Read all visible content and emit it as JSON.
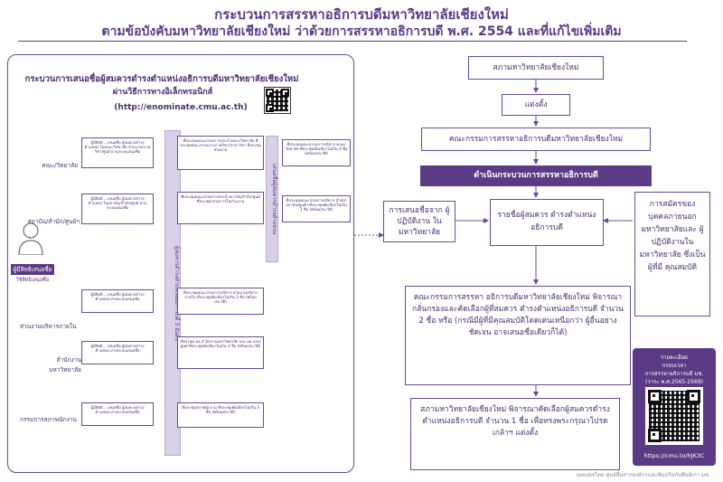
{
  "title_line1": "กระบวนการสรรหาอธิการบดีมหาวิทยาลัยเชียงใหม่",
  "title_line2": "ตามข้อบังคับมหาวิทยาลัยเชียงใหม่ ว่าด้วยการสรรหาอธิการบดี พ.ศ. 2554 และที่แก้ไขเพิ่มเติม",
  "left": {
    "heading1": "กระบวนการเสนอชื่อผู้สมควรดำรงตำแหน่งอธิการบดีมหาวิทยาลัยเชียงใหม่",
    "heading2": "ผ่านวิธีการทางอิเล็กทรอนิกส์",
    "url": "(http://enominate.cmu.ac.th)",
    "voter_label": "ผู้มีสิทธิเสนอชื่อ",
    "voter_sub": "ใช้สิทธิเสนอชื่อ",
    "rows": [
      {
        "label": "คณะ/วิทยาลัย",
        "c1": "ผู้มีสิทธิ... เสนอชื่อ ผู้สมควรดำรงตำแหน่ง ในคณะ/วิทยาลัย ส่วนงาน/ภาควิชา/ศูนย์ ผ่านระบบเสนอชื่อ",
        "c2": "ที่ประชุมคณะกรรมการประจำคณะ/วิทยาลัย ที่ประชุมคณะกรรมการภาควิชา/สาขาวิชา ที่ประชุมส่วนงาน",
        "c4": "ที่ประชุมคณะกรรมการบริหาร คณะ/วิทยาลัย ที่ประชุมคัดเลือกไม่เกิน 3 ชื่อ (พร้อมประวัติ)"
      },
      {
        "label": "สถาบัน/สำนัก/ศูนย์ฯ",
        "c1": "ผู้มีสิทธิ... เสนอชื่อ ผู้สมควรดำรงตำแหน่ง ในสถาบัน/สำนัก/ศูนย์ ผ่านระบบเสนอชื่อ",
        "c2": "ที่ประชุมคณะกรรมการประจำสถาบัน/สำนัก/ศูนย์ ที่ประชุมกรรมการในส่วนงาน",
        "c4": "ที่ประชุมคณะกรรมการบริหาร สำนัก/สถาบัน/ศูนย์ฯ ที่ประชุมคัดเลือกไม่เกิน 3 ชื่อ (พร้อมประวัติ)"
      },
      {
        "label": "ส่วนงานบริหารภายใน",
        "c1": "ผู้มีสิทธิ... เสนอชื่อ ผู้สมควรดำรงตำแหน่ง ผ่านระบบเสนอชื่อ",
        "c2": "ที่ประชุมคณะกรรมการบริหาร ส่วนงานบริหารภายใน ที่ประชุมคัดเลือกไม่เกิน 3 ชื่อ (พร้อมประวัติ)",
        "c4": ""
      },
      {
        "label": "สำนักงานมหาวิทยาลัย",
        "c1": "ผู้มีสิทธิ... เสนอชื่อ ผู้สมควรดำรงตำแหน่ง ผ่านระบบเสนอชื่อ",
        "c2": "ที่ประชุม ผอ.สำนักงานมหาวิทยาลัย และ ผอ.กอง/ศูนย์ ที่ประชุมคัดเลือกไม่เกิน 3 ชื่อ (พร้อมประวัติ)",
        "c4": ""
      },
      {
        "label": "กรรมการสภาพนักงาน",
        "c1": "ผู้มีสิทธิ... เสนอชื่อ ผู้สมควรดำรงตำแหน่ง ผ่านระบบเสนอชื่อ",
        "c2": "ที่ประชุมสภาพนักงาน ที่ประชุมคัดเลือกไม่เกิน 3 ชื่อ (พร้อมประวัติ)",
        "c4": ""
      }
    ],
    "vbar1": "ผู้สมควรดำรงตำแหน่งอธิการบดี 3 อันดับ",
    "vbar2": "เสนอชื่อผู้สมควรดำรงตำแหน่ง"
  },
  "flow": {
    "council": "สภามหาวิทยาลัยเชียงใหม่",
    "appoint": "แต่งตั้ง",
    "committee": "คณะกรรมการสรรหาอธิการบดีมหาวิทยาลัยเชียงใหม่",
    "process": "ดำเนินกระบวนการสรรหาอธิการบดี",
    "from_staff": "การเสนอชื่อจาก ผู้ปฏิบัติงาน ในมหาวิทยาลัย",
    "candidates": "รายชื่อผู้สมควร ดำรงตำแหน่งอธิการบดี",
    "from_outside": "การสมัครของ บุคคลภายนอก มหาวิทยาลัยและ ผู้ปฏิบัติงานใน มหาวิทยาลัย ซึ่งเป็นผู้ที่มี คุณสมบัติ",
    "committee_select": "คณะกรรมการสรรหา อธิการบดีมหาวิทยาลัยเชียงใหม่ พิจารณากลั่นกรองและคัดเลือกผู้ที่สมควร ดำรงตำแหน่งอธิการบดี จำนวน 2 ชื่อ หรือ (กรณีมีผู้ที่มีคุณสมบัติโดดเด่นเหนือกว่า ผู้อื่นอย่างชัดเจน อาจเสนอชื่อเดียวก็ได้)",
    "council_select": "สภามหาวิทยาลัยเชียงใหม่ พิจารณาคัดเลือกผู้สมควรดำรง ตำแหน่งอธิการบดี จำนวน 1 ชื่อ เพื่อทรงพระกรุณาโปรดเกล้าฯ แต่งตั้ง"
  },
  "info": {
    "line1": "รายละเอียด",
    "line2": "กรอบเวลา",
    "line3": "การสรรหาอธิการบดี มช.",
    "line4": "(วาระ พ.ศ.2565-2569)",
    "url": "https://cmu.to/hJK3C"
  },
  "footer": "เผยแพร่โดย ศูนย์สื่อสารองค์กรและพันธกิจกับศิษย์เก่า มช."
}
